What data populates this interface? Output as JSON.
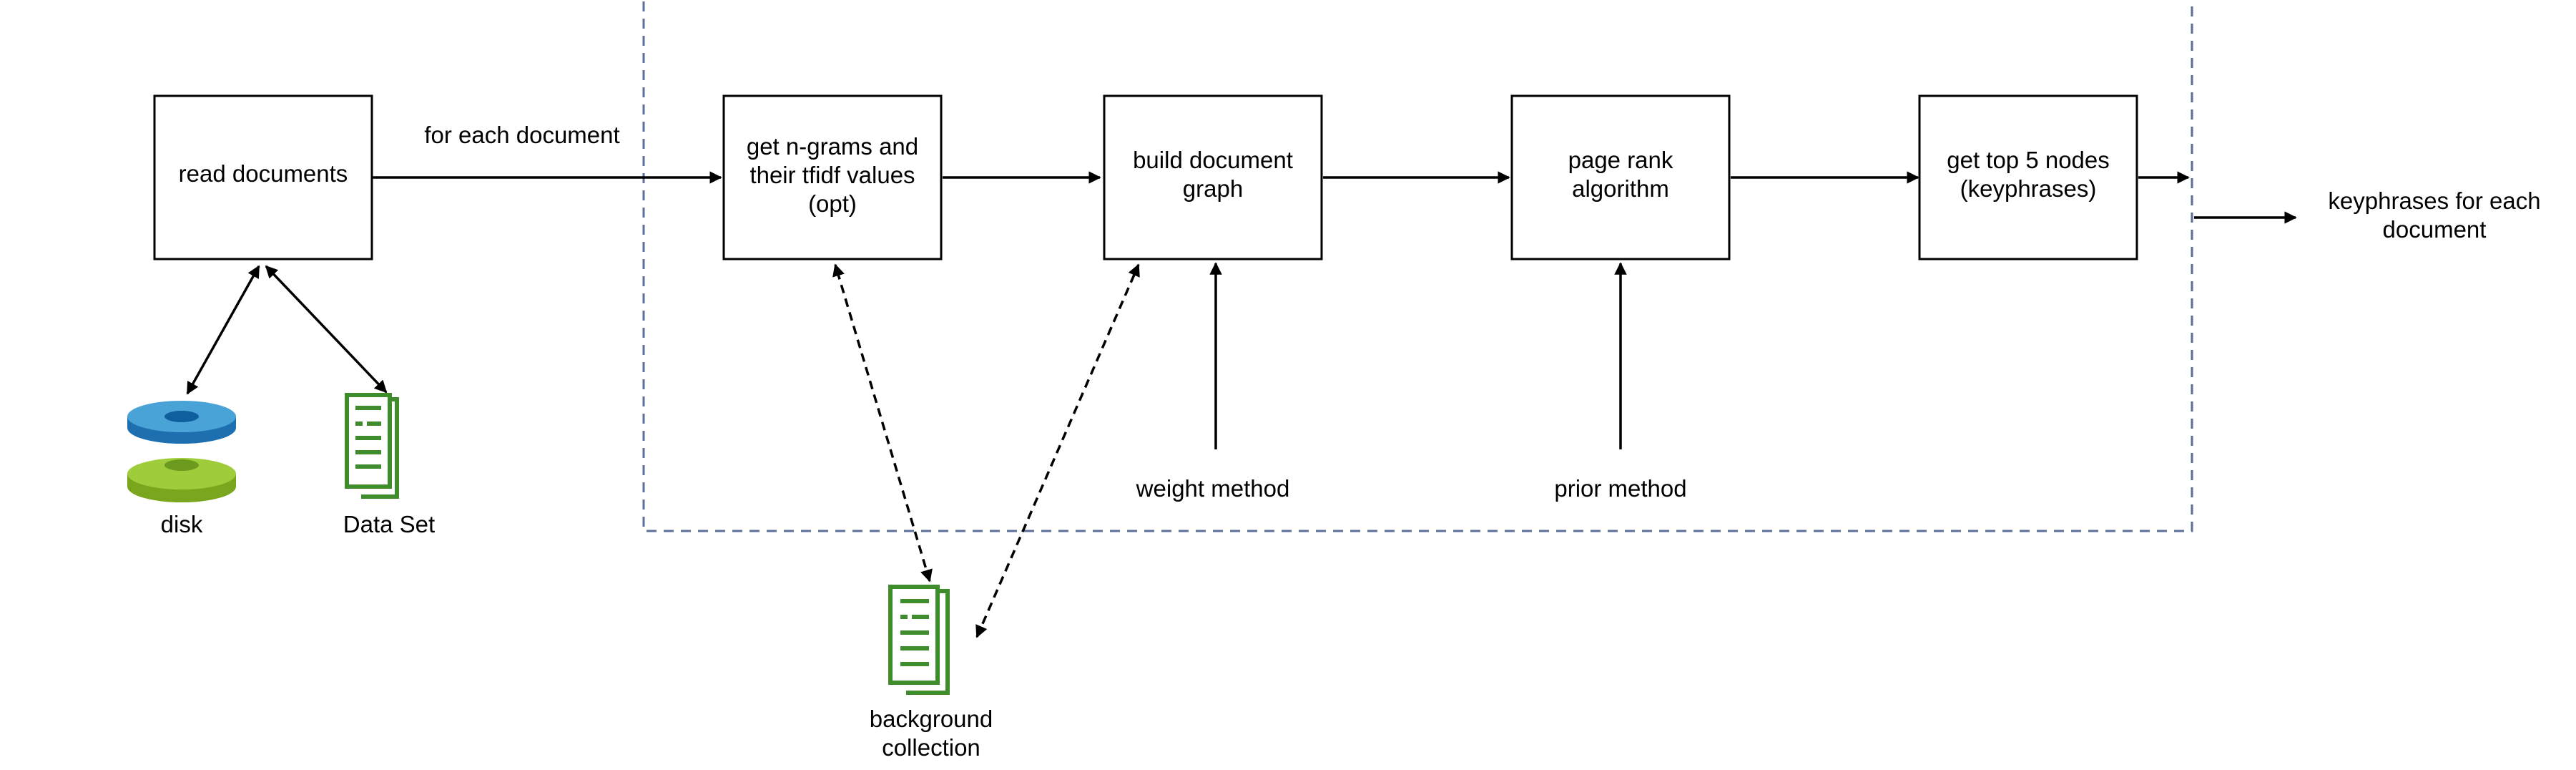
{
  "nodes": {
    "read_documents": "read documents",
    "ngrams": [
      "get n-grams and",
      "their tfidf values",
      "(opt)"
    ],
    "build_graph": [
      "build document",
      "graph"
    ],
    "page_rank": [
      "page rank",
      "algorithm"
    ],
    "top_nodes": [
      "get top 5 nodes",
      "(keyphrases)"
    ],
    "output": [
      "keyphrases for each",
      "document"
    ]
  },
  "labels": {
    "for_each_document": "for each document",
    "weight_method": "weight method",
    "prior_method": "prior method",
    "disk": "disk",
    "data_set": "Data Set",
    "background_collection": [
      "background",
      "collection"
    ]
  },
  "icons": {
    "disk": "disk-icon",
    "data_set": "document-stack-icon",
    "background_collection": "document-stack-icon"
  },
  "colors": {
    "frame": "#5b6f99",
    "document_icon": "#3f8c2c",
    "disk_top": "#4aa3d6",
    "disk_bottom": "#8bbf2a"
  }
}
